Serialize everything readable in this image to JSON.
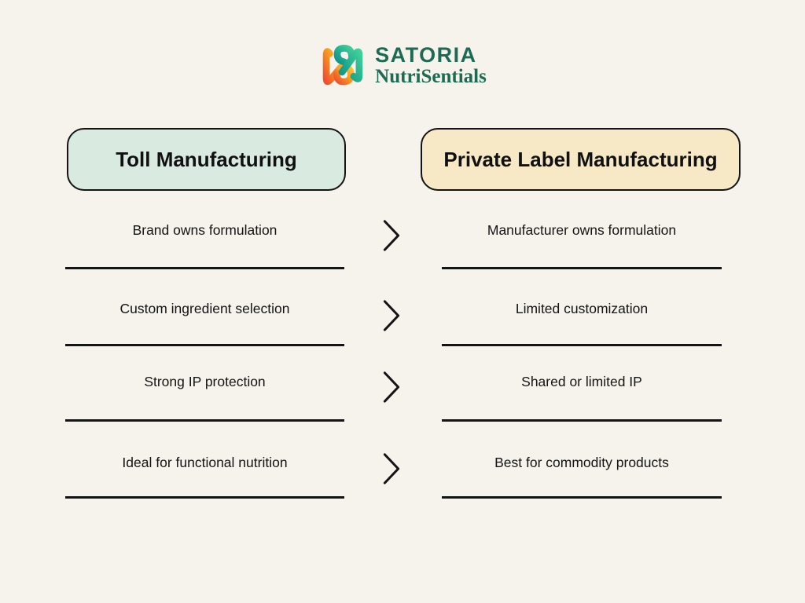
{
  "page": {
    "background": "#f6f2ec"
  },
  "logo": {
    "brand": "SATORIA",
    "tagline": "NutriSentials",
    "text_color": "#1c6b52",
    "mark_icon": "ns-monogram-icon",
    "mark_colors": {
      "orange_start": "#f0512e",
      "orange_mid": "#f79a1f",
      "orange_end": "#fdc23a",
      "teal_start": "#0d9488",
      "teal_end": "#3ecf9a"
    }
  },
  "headers": {
    "left": {
      "label": "Toll Manufacturing",
      "background": "#d9eae1"
    },
    "right": {
      "label": "Private Label Manufacturing",
      "background": "#f7e9c6"
    }
  },
  "comparison_rows": [
    {
      "left": "Brand owns formulation",
      "right": "Manufacturer owns formulation"
    },
    {
      "left": "Custom ingredient selection",
      "right": "Limited customization"
    },
    {
      "left": "Strong IP protection",
      "right": "Shared or limited IP"
    },
    {
      "left": "Ideal for functional nutrition",
      "right": "Best for commodity products"
    }
  ],
  "separator_icon": "chevron-right-icon",
  "line_color": "#141414"
}
